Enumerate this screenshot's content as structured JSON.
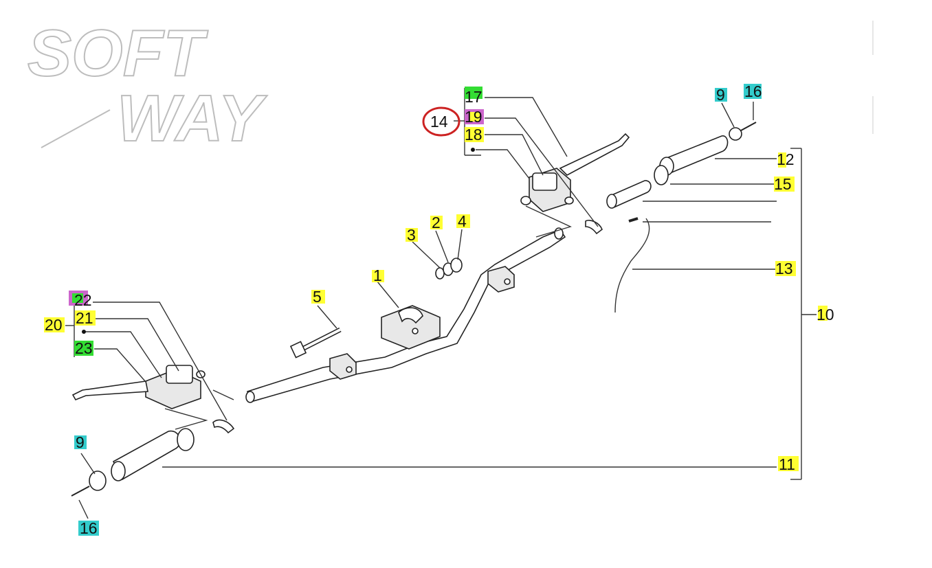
{
  "logo": {
    "line1": "SOFT",
    "line2": "WAY"
  },
  "labels": {
    "l1": "1",
    "l2": "2",
    "l3": "3",
    "l4": "4",
    "l5": "5",
    "l9a": "9",
    "l9b": "9",
    "l10": "10",
    "l11": "11",
    "l12": "12",
    "l13": "13",
    "l14": "14",
    "l15": "15",
    "l16a": "16",
    "l16b": "16",
    "l17": "17",
    "l18": "18",
    "l19": "19",
    "l20": "20",
    "l21": "21",
    "l22": "22",
    "l23": "23"
  },
  "colors": {
    "highlight_yellow": "#ffff33",
    "highlight_cyan": "#33cccc",
    "highlight_green": "#33dd33",
    "highlight_purple": "#cc66cc",
    "circle_marker": "#cc2222"
  }
}
